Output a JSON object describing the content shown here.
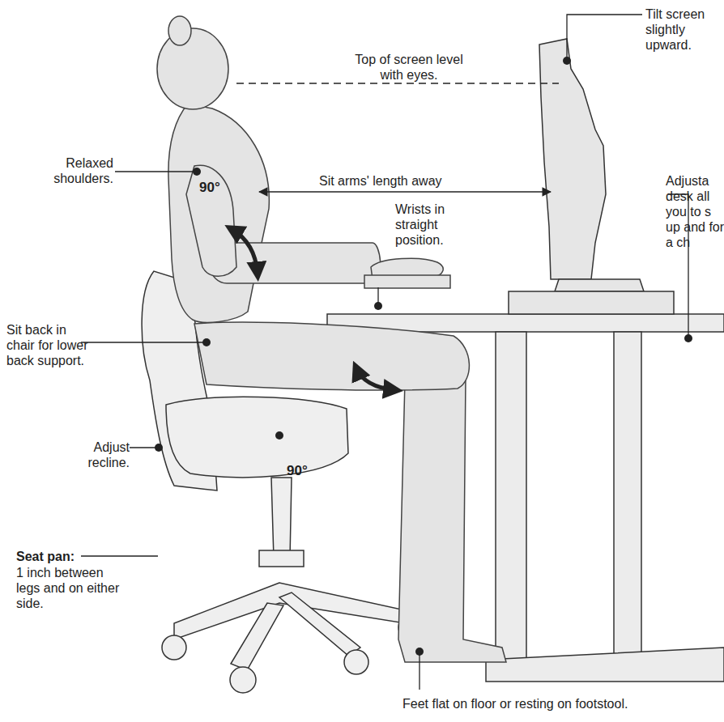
{
  "diagram": {
    "labels": [
      "Tilt screen slightly upward.",
      "Top of screen level with eyes.",
      "Relaxed shoulders.",
      "Sit arms' length away",
      "Adjusta desk all you to s up and for a ch",
      "Wrists in straight position.",
      "90°",
      "Sit back in chair for lower back support.",
      "Adjust recline.",
      "90°",
      "Seat pan:",
      "1 inch between legs and on either side.",
      "Feet flat on floor or resting on footstool."
    ]
  }
}
